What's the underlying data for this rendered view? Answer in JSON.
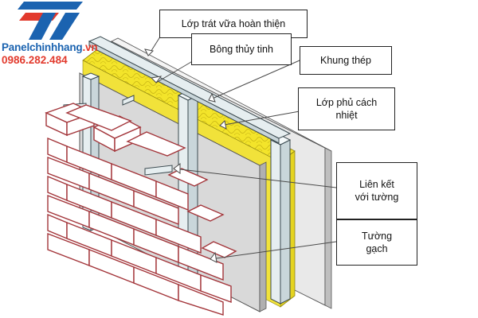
{
  "brand": {
    "name_part1": "Panelchinhhang",
    "name_part2": ".vn",
    "phone": "0986.282.484"
  },
  "colors": {
    "brick": "#ffffff",
    "brick_stroke": "#a3353a",
    "insulation": "#f3e42a",
    "steel": "#e6eef0",
    "panel": "#dcdcdc",
    "leader": "#4a4a4a",
    "logo_blue": "#1b63b0",
    "logo_red": "#e23a2d"
  },
  "labels": {
    "finish_plaster": "Lớp trát vữa hoàn thiện",
    "glass_wool": "Bông thủy tinh",
    "steel_frame": "Khung thép",
    "insulation_coating": "Lớp phủ cách\nnhiệt",
    "wall_tie": "Liên kết\nvới tường",
    "brick_wall": "Tường\ngạch"
  }
}
